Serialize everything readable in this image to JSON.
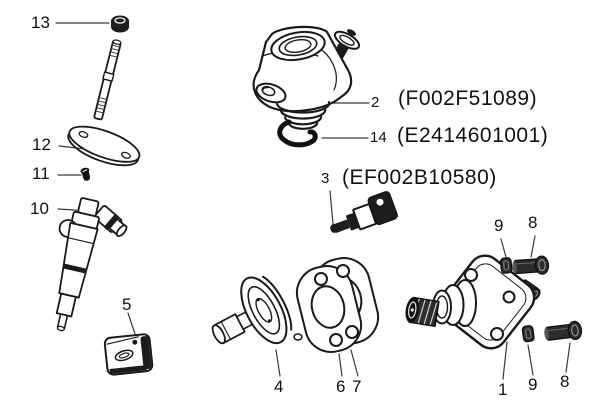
{
  "diagram": {
    "colors": {
      "background": "#ffffff",
      "line": "#1a1a1a",
      "text": "#111111"
    },
    "callouts": {
      "n13": "13",
      "n12": "12",
      "n11": "11",
      "n10": "10",
      "n5": "5",
      "n2": "2",
      "n14": "14",
      "n3": "3",
      "n9_top": "9",
      "n8_top": "8",
      "n4": "4",
      "n6": "6",
      "n7": "7",
      "n1": "1",
      "n9_bottom": "9",
      "n8_bottom": "8"
    },
    "codes": {
      "part2": "(F002F51089)",
      "part14": "(E2414601001)",
      "part3": "(EF002B10580)"
    }
  }
}
